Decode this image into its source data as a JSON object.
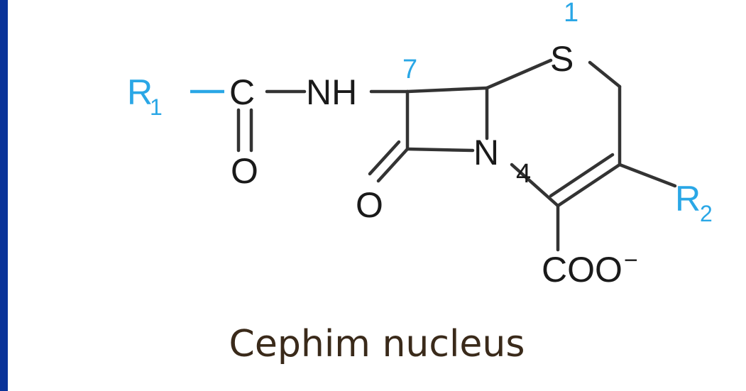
{
  "caption": "Cephim nucleus",
  "labels": {
    "r1": "R",
    "r1_sub": "1",
    "carbon": "C",
    "nh": "NH",
    "carbonyl_o": "O",
    "lactam_o": "O",
    "sulfur": "S",
    "nitrogen": "N",
    "r2": "R",
    "r2_sub": "2",
    "carboxylate": "COO",
    "charge": "−",
    "pos1": "1",
    "pos4": "4",
    "pos7": "7"
  },
  "colors": {
    "background": "#0a3399",
    "accent": "#2aa7e6",
    "bond": "#333333"
  }
}
